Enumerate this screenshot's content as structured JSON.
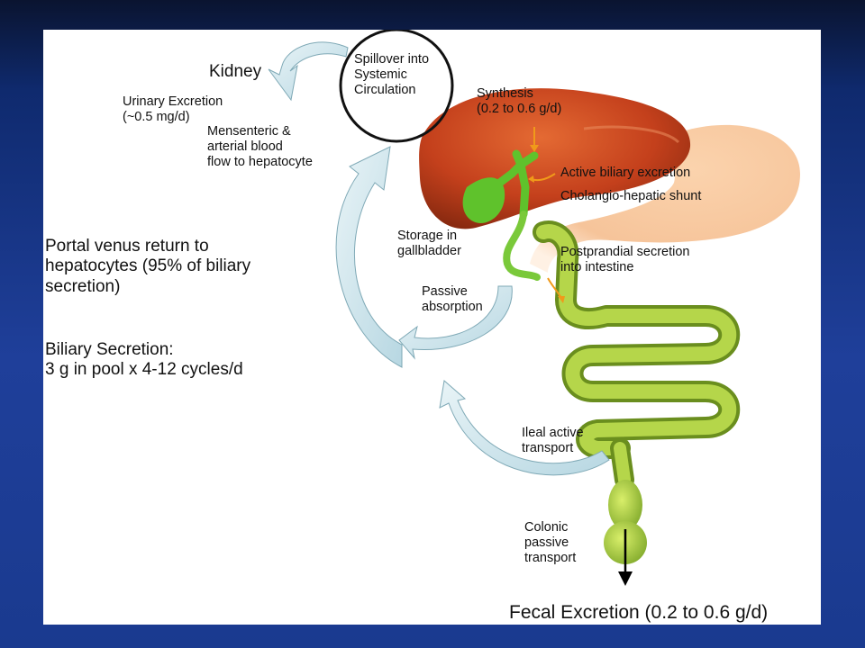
{
  "colors": {
    "slide_background": "#1f3f9a",
    "liver": "#c4401c",
    "gallbladder": "#5fc22c",
    "intestine": "#9cc93a",
    "stomach": "#f6c49a",
    "arrow": "#c9e3ea"
  },
  "labels": {
    "kidney": "Kidney",
    "urinary_excretion": "Urinary Excretion\n(~0.5 mg/d)",
    "spillover": "Spillover into\nSystemic\nCirculation",
    "synthesis": "Synthesis\n(0.2 to 0.6 g/d)",
    "mesenteric": "Mensenteric &\narterial blood\nflow to hepatocyte",
    "active_biliary": "Active biliary excretion",
    "cholangio": "Cholangio-hepatic shunt",
    "storage": "Storage in\ngallbladder",
    "postprandial": "Postprandial secretion\n into intestine",
    "passive_absorption": "Passive\nabsorption",
    "portal": "Portal venus return to\nhepatocytes (95% of biliary\nsecretion)",
    "biliary_secretion": "Biliary Secretion:\n3 g in pool x 4-12 cycles/d",
    "ileal": "Ileal active\ntransport",
    "colonic": "Colonic\npassive\ntransport",
    "fecal": "Fecal Excretion (0.2 to 0.6 g/d)"
  },
  "icons": {
    "liver": "liver-illustration",
    "gallbladder": "gallbladder-illustration",
    "intestine": "intestine-illustration",
    "stomach": "stomach-illustration"
  }
}
